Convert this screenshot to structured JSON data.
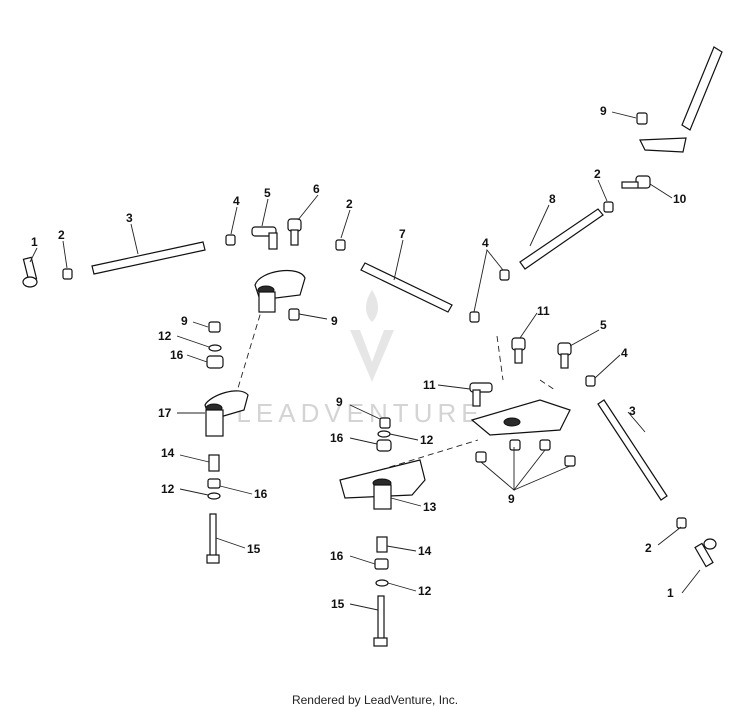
{
  "watermark": {
    "text": "LEADVENTURE"
  },
  "footer": {
    "credit": "Rendered by LeadVenture, Inc."
  },
  "callouts": [
    {
      "id": "c1a",
      "label": "1"
    },
    {
      "id": "c2a",
      "label": "2"
    },
    {
      "id": "c3a",
      "label": "3"
    },
    {
      "id": "c4a",
      "label": "4"
    },
    {
      "id": "c5a",
      "label": "5"
    },
    {
      "id": "c6",
      "label": "6"
    },
    {
      "id": "c2b",
      "label": "2"
    },
    {
      "id": "c7",
      "label": "7"
    },
    {
      "id": "c4b",
      "label": "4"
    },
    {
      "id": "c8",
      "label": "8"
    },
    {
      "id": "c2c",
      "label": "2"
    },
    {
      "id": "c9a",
      "label": "9"
    },
    {
      "id": "c10",
      "label": "10"
    },
    {
      "id": "c11a",
      "label": "11"
    },
    {
      "id": "c5b",
      "label": "5"
    },
    {
      "id": "c4c",
      "label": "4"
    },
    {
      "id": "c11b",
      "label": "11"
    },
    {
      "id": "c9b",
      "label": "9"
    },
    {
      "id": "c12a",
      "label": "12"
    },
    {
      "id": "c16a",
      "label": "16"
    },
    {
      "id": "c9c",
      "label": "9"
    },
    {
      "id": "c17",
      "label": "17"
    },
    {
      "id": "c14a",
      "label": "14"
    },
    {
      "id": "c12b",
      "label": "12"
    },
    {
      "id": "c16b",
      "label": "16"
    },
    {
      "id": "c15a",
      "label": "15"
    },
    {
      "id": "c9d",
      "label": "9"
    },
    {
      "id": "c16c",
      "label": "16"
    },
    {
      "id": "c12c",
      "label": "12"
    },
    {
      "id": "c13",
      "label": "13"
    },
    {
      "id": "c9e",
      "label": "9"
    },
    {
      "id": "c3b",
      "label": "3"
    },
    {
      "id": "c2d",
      "label": "2"
    },
    {
      "id": "c1b",
      "label": "1"
    },
    {
      "id": "c14b",
      "label": "14"
    },
    {
      "id": "c16d",
      "label": "16"
    },
    {
      "id": "c12d",
      "label": "12"
    },
    {
      "id": "c15b",
      "label": "15"
    }
  ]
}
